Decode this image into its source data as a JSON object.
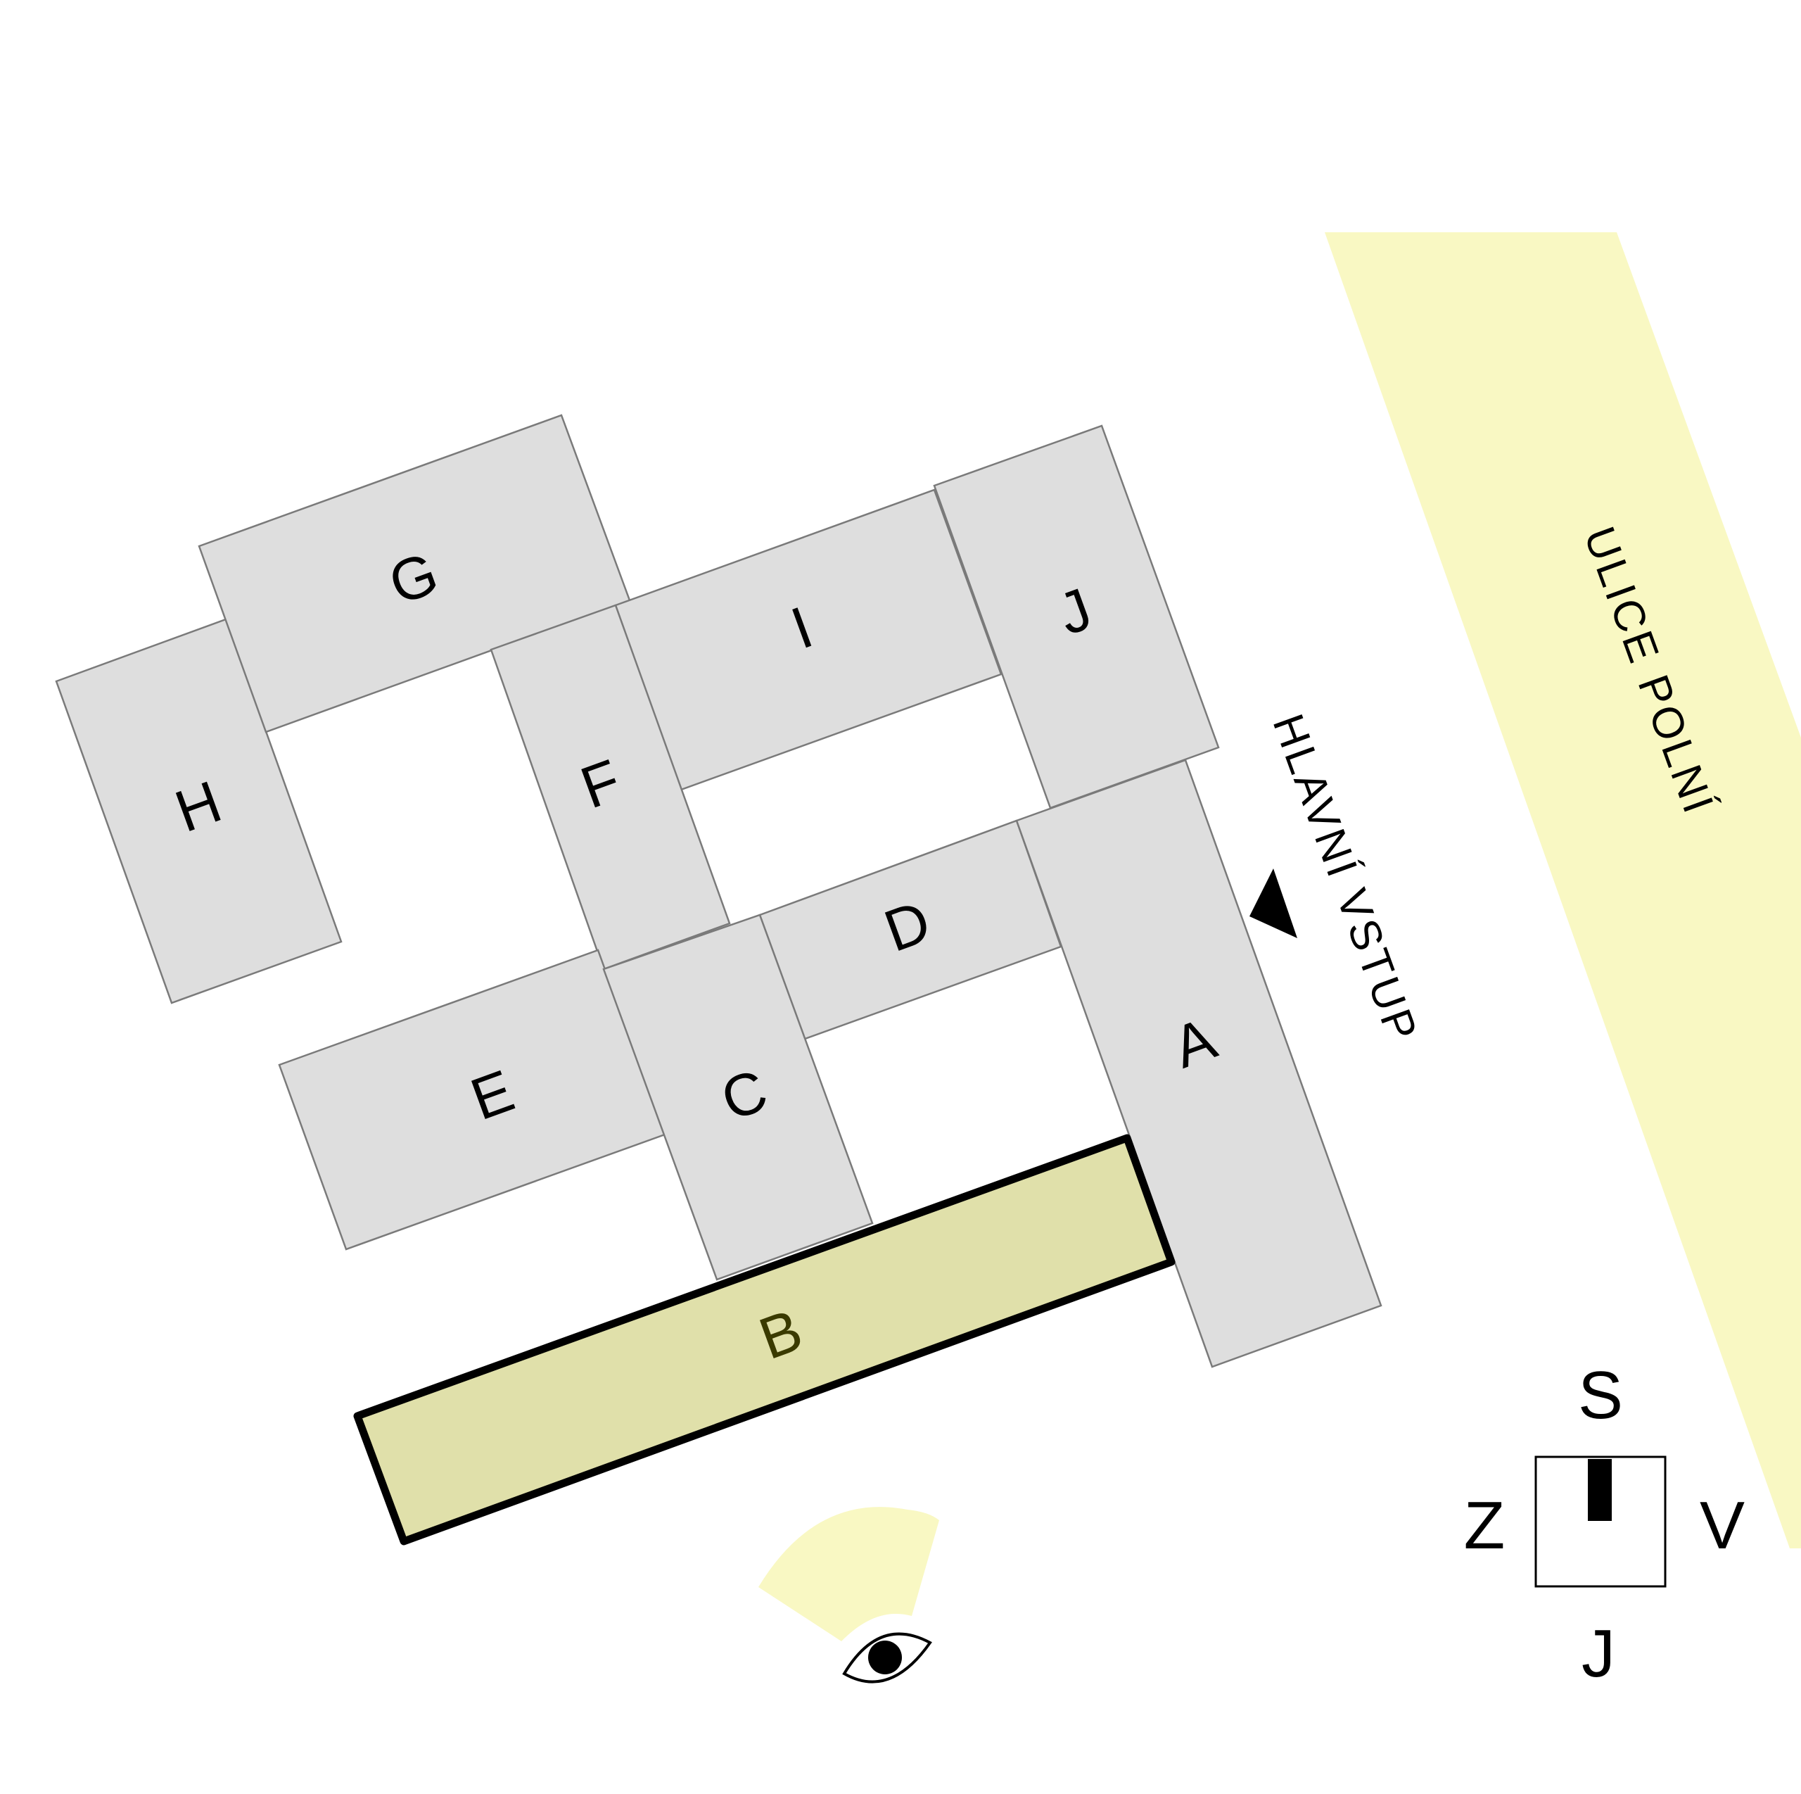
{
  "colors": {
    "street": "#f9f8c3",
    "building": "#dedede",
    "building_outline": "#7a7a7a",
    "highlight": "#e0e0aa",
    "highlight_outline": "#000000",
    "highlight_label": "#3a3a00",
    "view_cone": "#f9f8c3"
  },
  "street": {
    "label": "ULICE POLNÍ"
  },
  "entrance": {
    "label": "HLAVNÍ VSTUP",
    "icon": "triangle-arrow-icon"
  },
  "buildings": [
    {
      "id": "A",
      "label": "A",
      "highlighted": false
    },
    {
      "id": "B",
      "label": "B",
      "highlighted": true
    },
    {
      "id": "C",
      "label": "C",
      "highlighted": false
    },
    {
      "id": "D",
      "label": "D",
      "highlighted": false
    },
    {
      "id": "E",
      "label": "E",
      "highlighted": false
    },
    {
      "id": "F",
      "label": "F",
      "highlighted": false
    },
    {
      "id": "G",
      "label": "G",
      "highlighted": false
    },
    {
      "id": "H",
      "label": "H",
      "highlighted": false
    },
    {
      "id": "I",
      "label": "I",
      "highlighted": false
    },
    {
      "id": "J",
      "label": "J",
      "highlighted": false
    }
  ],
  "viewpoint": {
    "icon": "eye-icon"
  },
  "compass": {
    "north": "S",
    "south": "J",
    "east": "V",
    "west": "Z",
    "icon": "compass-needle-icon"
  }
}
